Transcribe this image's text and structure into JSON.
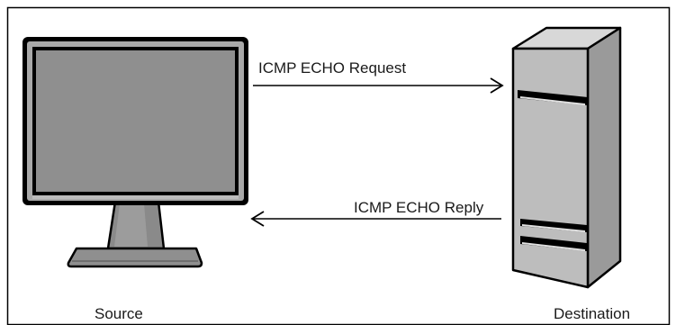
{
  "diagram": {
    "source_label": "Source",
    "destination_label": "Destination",
    "request_label": "ICMP ECHO Request",
    "reply_label": "ICMP ECHO Reply",
    "icons": {
      "source": "monitor-icon",
      "destination": "server-tower-icon"
    },
    "colors": {
      "frame_border": "#000000",
      "monitor_bezel": "#a9a9a9",
      "monitor_screen": "#8f8f8f",
      "server_front": "#bdbdbd",
      "server_side": "#9a9a9a",
      "server_top": "#d8d8d8",
      "arrow": "#000000"
    }
  }
}
